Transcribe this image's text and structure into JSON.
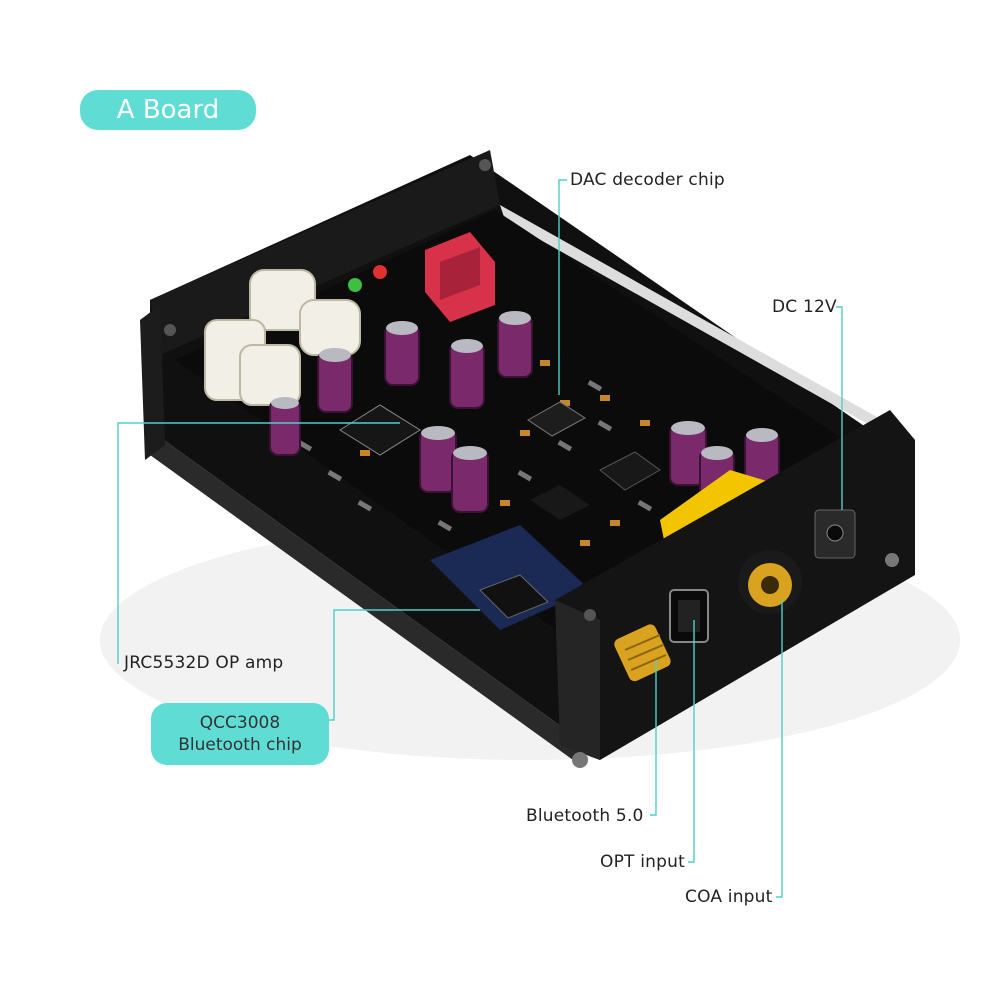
{
  "title_pill": {
    "text": "A Board"
  },
  "labels": {
    "dac": "DAC decoder chip",
    "dc": "DC 12V",
    "opamp": "JRC5532D OP amp",
    "bt_chip_line1": "QCC3008",
    "bt_chip_line2": "Bluetooth chip",
    "bluetooth": "Bluetooth 5.0",
    "opt": "OPT input",
    "coa": "COA input"
  },
  "colors": {
    "accent": "#5fdcd4",
    "leader_line": "#4fd0c8",
    "enclosure": "#111111",
    "pcb": "#0d0d0d",
    "capacitor": "#7a2a6a",
    "rca_gold": "#d9a320",
    "terminal_yellow": "#f2c500",
    "relay_red": "#d8324a"
  }
}
